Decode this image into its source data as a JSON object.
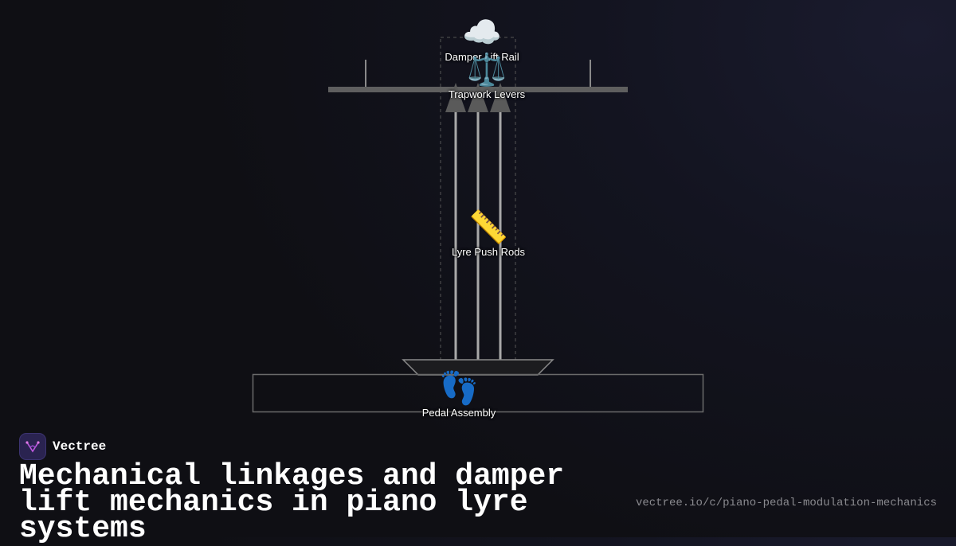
{
  "diagram": {
    "nodes": {
      "damper_lift_rail": {
        "icon": "cloud-icon",
        "emoji": "☁️",
        "label": "Damper Lift Rail"
      },
      "trapwork_levers": {
        "icon": "balance-scale-icon",
        "emoji": "⚖️",
        "label": "Trapwork Levers"
      },
      "lyre_push_rods": {
        "icon": "ruler-icon",
        "emoji": "📏",
        "label": "Lyre Push Rods"
      },
      "pedal_assembly": {
        "icon": "footprints-icon",
        "emoji": "👣",
        "label": "Pedal Assembly"
      }
    },
    "colors": {
      "rail": "#5f5f5f",
      "rod": "#a9a9a9",
      "lever": "#5a5a5a",
      "outline": "#6a6a6a",
      "dashed": "#555555"
    }
  },
  "brand": {
    "name": "Vectree",
    "logo_icon": "vectree-logo-icon"
  },
  "title": "Mechanical linkages and damper lift mechanics in piano lyre systems",
  "url": "vectree.io/c/piano-pedal-modulation-mechanics"
}
